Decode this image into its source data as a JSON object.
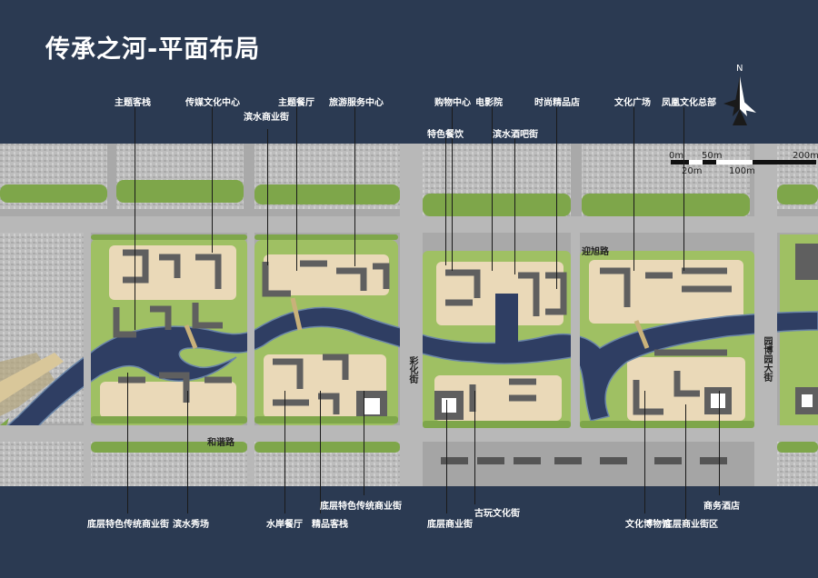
{
  "title": "传承之河-平面布局",
  "labels_top": [
    {
      "id": "theme-inn",
      "text": "主题客栈"
    },
    {
      "id": "media-center",
      "text": "传媒文化中心"
    },
    {
      "id": "waterfront-street",
      "text": "滨水商业街"
    },
    {
      "id": "theme-restaurant",
      "text": "主题餐厅"
    },
    {
      "id": "tourism-center",
      "text": "旅游服务中心"
    },
    {
      "id": "shopping-center",
      "text": "购物中心"
    },
    {
      "id": "specialty-dining",
      "text": "特色餐饮"
    },
    {
      "id": "cinema",
      "text": "电影院"
    },
    {
      "id": "waterfront-bar",
      "text": "滨水酒吧街"
    },
    {
      "id": "boutique-shop",
      "text": "时尚精品店"
    },
    {
      "id": "culture-plaza",
      "text": "文化广场"
    },
    {
      "id": "phoenix-hq",
      "text": "凤凰文化总部"
    }
  ],
  "labels_bottom": [
    {
      "id": "ground-traditional-street-1",
      "text": "底层特色传统商业街"
    },
    {
      "id": "waterfront-show",
      "text": "滨水秀场"
    },
    {
      "id": "riverside-restaurant",
      "text": "水岸餐厅"
    },
    {
      "id": "boutique-inn",
      "text": "精品客栈"
    },
    {
      "id": "ground-traditional-street-2",
      "text": "底层特色传统商业街"
    },
    {
      "id": "ground-commercial-street",
      "text": "底层商业街"
    },
    {
      "id": "antique-street",
      "text": "古玩文化街"
    },
    {
      "id": "culture-museum",
      "text": "文化博物馆"
    },
    {
      "id": "ground-commercial-block",
      "text": "底层商业街区"
    },
    {
      "id": "business-hotel",
      "text": "商务酒店"
    }
  ],
  "roads": {
    "yingxu": "迎旭路",
    "hexie": "和谐路",
    "wenhua": "彩化街",
    "yuanbo": "园博园大街"
  },
  "north": "N",
  "scale": {
    "top": [
      "0m",
      "50m",
      "200m"
    ],
    "bottom": [
      "20m",
      "100m"
    ]
  },
  "colors": {
    "background": "#2b3a52",
    "river": "#2f3e63",
    "green": "#8fb45a",
    "road": "#a7a7a7",
    "plaza": "#e9d7b6",
    "building": "#6e6e6e"
  }
}
